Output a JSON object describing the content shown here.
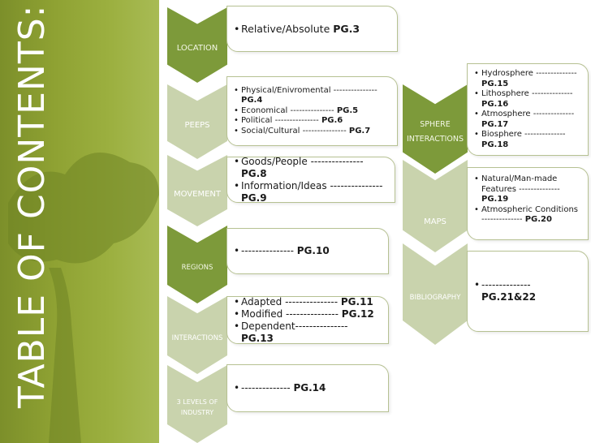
{
  "title": "TABLE OF CONTENTS:",
  "colors": {
    "sidebar": "#8fa233",
    "chevron_dark": "#7d9a3a",
    "chevron_light": "#c9d3ad",
    "box_border": "#b6c192"
  },
  "left_column": [
    {
      "label": "LOCATION",
      "items": [
        {
          "text": "Relative/Absolute ",
          "page": "PG.3"
        }
      ]
    },
    {
      "label": "PEEPS",
      "items": [
        {
          "text": "Physical/Enivromental --------------- ",
          "page": "PG.4"
        },
        {
          "text": "Economical --------------- ",
          "page": "PG.5"
        },
        {
          "text": "Political --------------- ",
          "page": "PG.6"
        },
        {
          "text": "Social/Cultural --------------- ",
          "page": "PG.7"
        }
      ]
    },
    {
      "label": "MOVEMENT",
      "items": [
        {
          "text": "Goods/People --------------- ",
          "page": "PG.8"
        },
        {
          "text": "Information/Ideas --------------- ",
          "page": "PG.9"
        }
      ]
    },
    {
      "label": "REGIONS",
      "items": [
        {
          "text": "--------------- ",
          "page": "PG.10"
        }
      ]
    },
    {
      "label": "INTERACTIONS",
      "items": [
        {
          "text": "Adapted --------------- ",
          "page": "PG.11"
        },
        {
          "text": "Modified --------------- ",
          "page": "PG.12"
        },
        {
          "text": "Dependent--------------- ",
          "page": "PG.13"
        }
      ]
    },
    {
      "label_line1": "3 LEVELS OF",
      "label_line2": "INDUSTRY",
      "items": [
        {
          "text": "-------------- ",
          "page": "PG.14"
        }
      ]
    }
  ],
  "right_column": [
    {
      "label_line1": "SPHERE",
      "label_line2": "INTERACTIONS",
      "items": [
        {
          "text": "Hydrosphere -------------- ",
          "page": "PG.15"
        },
        {
          "text": "Lithosphere -------------- ",
          "page": "PG.16"
        },
        {
          "text": "Atmosphere -------------- ",
          "page": "PG.17"
        },
        {
          "text": "Biosphere -------------- ",
          "page": "PG.18"
        }
      ]
    },
    {
      "label": "MAPS",
      "items": [
        {
          "text": "Natural/Man-made Features -------------- ",
          "page": "PG.19"
        },
        {
          "text": "Atmospheric Conditions -------------- ",
          "page": "PG.20"
        }
      ]
    },
    {
      "label": "BIBLIOGRAPHY",
      "items": [
        {
          "text": "-------------- ",
          "page": "PG.21&22"
        }
      ]
    }
  ]
}
